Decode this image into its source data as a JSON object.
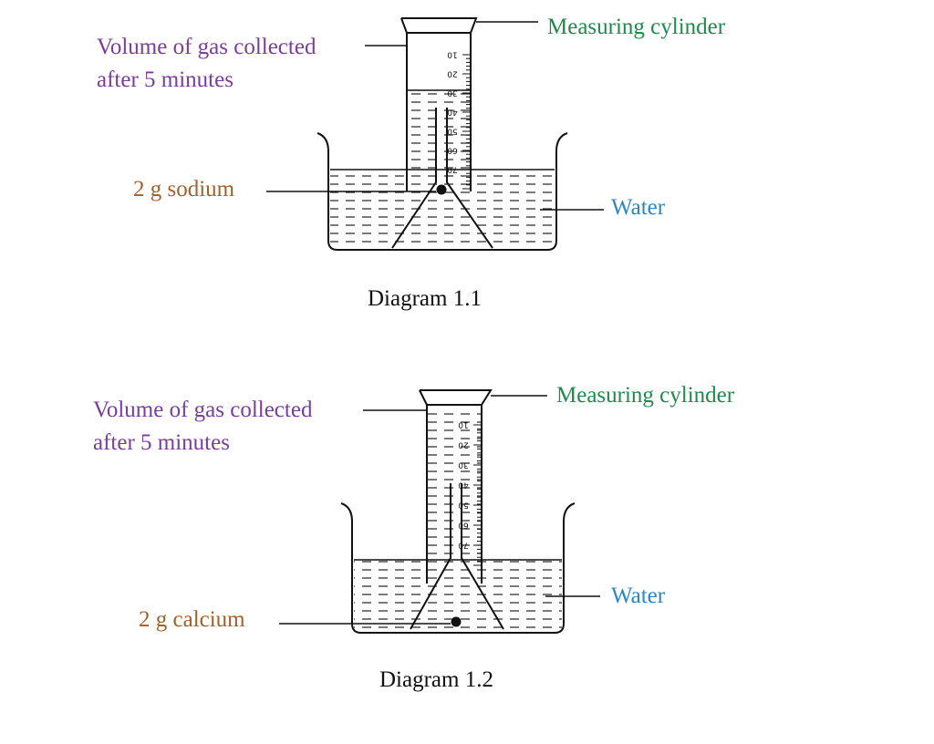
{
  "diagram1": {
    "gas_label_line1": "Volume of gas collected",
    "gas_label_line2": "after 5 minutes",
    "cylinder_label": "Measuring cylinder",
    "metal_label": "2 g sodium",
    "water_label": "Water",
    "caption": "Diagram 1.1",
    "scale_ticks": [
      "10",
      "20",
      "30",
      "40",
      "50",
      "60",
      "70"
    ]
  },
  "diagram2": {
    "gas_label_line1": "Volume of gas collected",
    "gas_label_line2": "after 5 minutes",
    "cylinder_label": "Measuring cylinder",
    "metal_label": "2 g calcium",
    "water_label": "Water",
    "caption": "Diagram 1.2",
    "scale_ticks": [
      "10",
      "20",
      "30",
      "40",
      "50",
      "60",
      "70"
    ]
  },
  "colors": {
    "purple": "#7a3d9e",
    "green": "#1f8a4c",
    "brown": "#a0622a",
    "blue": "#2a86c8",
    "line": "#111111"
  }
}
